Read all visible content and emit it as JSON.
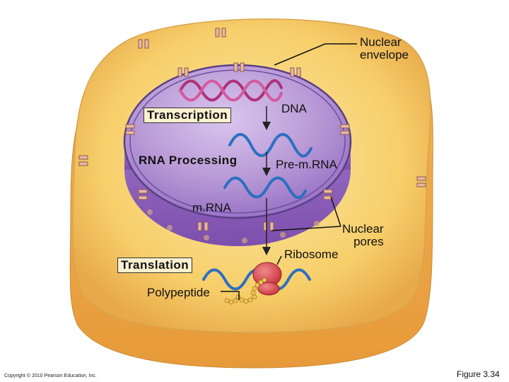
{
  "labels": {
    "nuclear_envelope_line1": "Nuclear",
    "nuclear_envelope_line2": "envelope",
    "transcription": "Transcription",
    "dna": "DNA",
    "rna_processing": "RNA Processing",
    "pre_mrna": "Pre-m.RNA",
    "mrna": "m.RNA",
    "nuclear_pores_line1": "Nuclear",
    "nuclear_pores_line2": "pores",
    "ribosome": "Ribosome",
    "translation": "Translation",
    "polypeptide": "Polypeptide"
  },
  "footer": {
    "copyright": "Copyright © 2010 Pearson Education, Inc.",
    "figure": "Figure 3.34"
  },
  "colors": {
    "cytoplasm": "#f7cf6a",
    "cytoplasm_inner": "#f9e09a",
    "nucleus": "#b99ad6",
    "nucleus_dark": "#8e64b8",
    "dna": "#b0307a",
    "rna": "#2c6fc0",
    "ribosome": "#e0454b",
    "polypeptide": "#d8a83a"
  }
}
